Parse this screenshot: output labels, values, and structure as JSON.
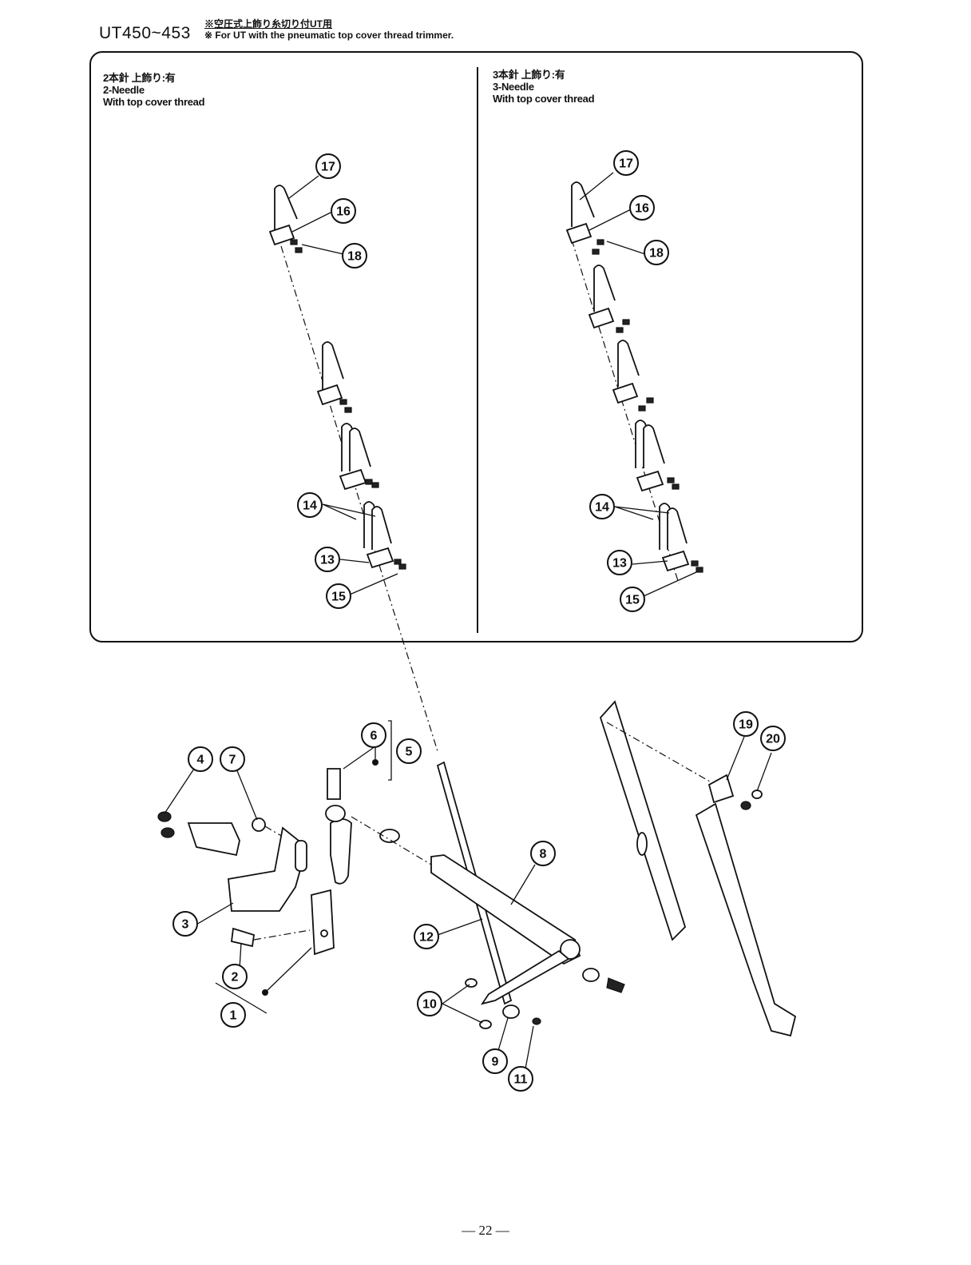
{
  "header": {
    "model": "UT450~453",
    "note_jp": "※空圧式上飾り糸切り付UT用",
    "note_en": "※ For UT with the pneumatic top cover thread trimmer."
  },
  "left_panel": {
    "line1": "2本針 上飾り:有",
    "line2": "2-Needle",
    "line3": "With top cover thread"
  },
  "right_panel": {
    "line1": "3本針 上飾り:有",
    "line2": "3-Needle",
    "line3": "With top cover thread"
  },
  "callouts": {
    "c1": "1",
    "c2": "2",
    "c3": "3",
    "c4": "4",
    "c5": "5",
    "c6": "6",
    "c7": "7",
    "c8": "8",
    "c9": "9",
    "c10": "10",
    "c11": "11",
    "c12": "12",
    "c13": "13",
    "c14": "14",
    "c15": "15",
    "c16": "16",
    "c17": "17",
    "c18": "18",
    "c19": "19",
    "c20": "20"
  },
  "page_number": "— 22 —"
}
